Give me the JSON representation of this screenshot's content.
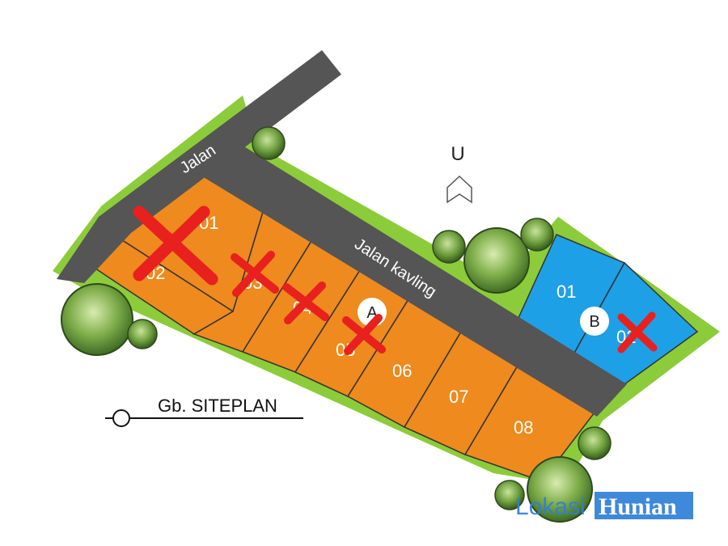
{
  "road_labels": {
    "main_road": "Jalan",
    "lot_road": "Jalan kavling"
  },
  "north": {
    "letter": "U"
  },
  "caption": {
    "text": "Gb. SITEPLAN"
  },
  "cluster_markers": {
    "a": "A",
    "b": "B"
  },
  "cluster_a": {
    "color": "#ee8a1e",
    "lots": [
      {
        "label": "01",
        "sold": true
      },
      {
        "label": "02",
        "sold": true
      },
      {
        "label": "03",
        "sold": true
      },
      {
        "label": "04",
        "sold": true
      },
      {
        "label": "05",
        "sold": true
      },
      {
        "label": "06",
        "sold": false
      },
      {
        "label": "07",
        "sold": false
      },
      {
        "label": "08",
        "sold": false
      }
    ]
  },
  "cluster_b": {
    "color": "#1ea0e6",
    "lots": [
      {
        "label": "01",
        "sold": false
      },
      {
        "label": "02",
        "sold": true
      }
    ]
  },
  "colors": {
    "grass": "#8ccc3a",
    "road": "#555555",
    "sold_mark": "#e8201e"
  },
  "watermark": {
    "part1": "Lokasi",
    "part2": "Hunian"
  }
}
